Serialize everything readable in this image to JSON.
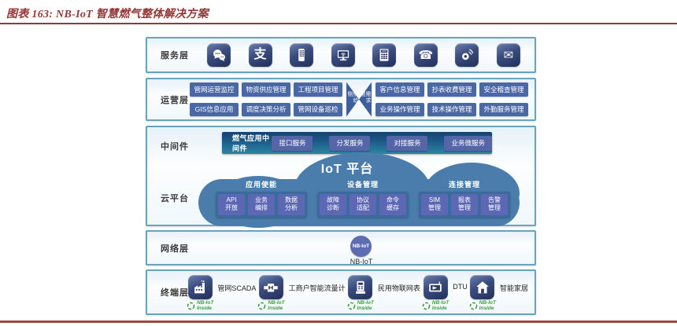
{
  "page": {
    "title": "图表 163: NB-IoT 智慧燃气整体解决方案"
  },
  "layers": {
    "service": {
      "label": "服务层",
      "icons": [
        {
          "name": "wechat-icon"
        },
        {
          "name": "alipay-icon",
          "glyph": "支"
        },
        {
          "name": "mobile-sms-icon"
        },
        {
          "name": "tv-wifi-icon"
        },
        {
          "name": "atm-icon",
          "glyph": "ATM"
        },
        {
          "name": "hotline-icon",
          "glyph": "☎"
        },
        {
          "name": "weibo-icon"
        },
        {
          "name": "email-icon",
          "glyph": "✉"
        }
      ]
    },
    "operation": {
      "label": "运营层",
      "left_items": [
        "管网运营监控",
        "物资供应管理",
        "工程项目管理",
        "GIS信息应用",
        "调度决策分析",
        "管网设备巡检"
      ],
      "divider": {
        "left": "供给侧",
        "right": "需求侧"
      },
      "right_items": [
        "客户信息管理",
        "抄表收费管理",
        "安全稽查管理",
        "业务操作管理",
        "技术操作管理",
        "外勤服务管理"
      ]
    },
    "middleware": {
      "label": "中间件",
      "bar_label": "燃气应用中间件",
      "services": [
        "接口服务",
        "分发服务",
        "对接服务",
        "业务微服务"
      ]
    },
    "cloud": {
      "label": "云平台",
      "platform_title": "IoT 平台",
      "groups": [
        {
          "name": "应用使能",
          "items": [
            [
              "API",
              "开放"
            ],
            [
              "业务",
              "编排"
            ],
            [
              "数据",
              "分析"
            ]
          ]
        },
        {
          "name": "设备管理",
          "items": [
            [
              "故障",
              "诊断"
            ],
            [
              "协议",
              "适配"
            ],
            [
              "命令",
              "缓存"
            ]
          ]
        },
        {
          "name": "连接管理",
          "items": [
            [
              "SIM",
              "管理"
            ],
            [
              "报表",
              "管理"
            ],
            [
              "告警",
              "管理"
            ]
          ]
        }
      ]
    },
    "network": {
      "label": "网络层",
      "node_text": "NB-IoT",
      "caption": "NB-IoT"
    },
    "terminal": {
      "label": "终端层",
      "devices": [
        {
          "icon": "factory-icon",
          "label": "管网SCADA"
        },
        {
          "icon": "flowmeter-icon",
          "label": "工商户智能流量计"
        },
        {
          "icon": "iot-meter-icon",
          "label": "民用物联网表"
        },
        {
          "icon": "dtu-icon",
          "label": "DTU"
        },
        {
          "icon": "smart-home-icon",
          "label": "智能家居"
        }
      ],
      "badge": {
        "line1": "NB-IoT",
        "line2": "Inside"
      }
    }
  },
  "colors": {
    "accent_rule": "#953735",
    "layer_border": "#6ba4ba",
    "operation_box": "#4a67a6",
    "divider_triangle": "#3f5e9e",
    "middleware_bar_start": "#16426f",
    "middleware_bar_end": "#2b86a2",
    "service_chip": "#5565a8",
    "cloud_body": "#4a7dab",
    "cloud_panel": "#3a6b9c",
    "cloud_item": "#5d68b4",
    "icon_tile_dark": "#222f5b",
    "badge_green": "#3f9e3f"
  }
}
